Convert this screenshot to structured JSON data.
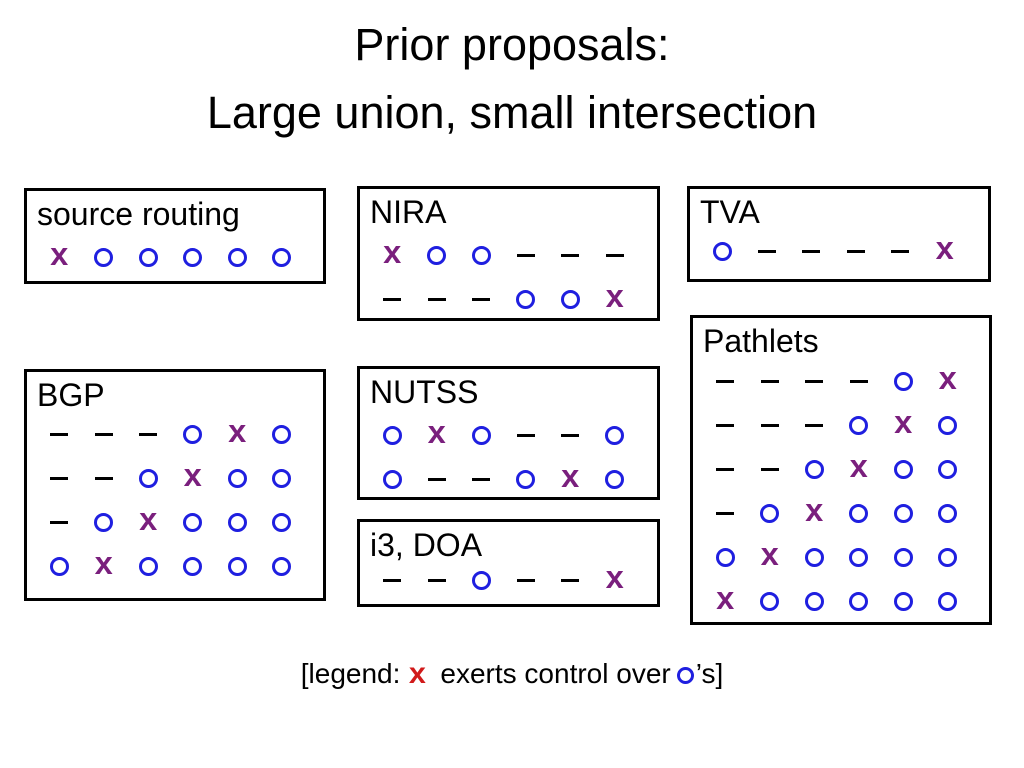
{
  "title": {
    "line1": "Prior proposals:",
    "line2": "Large union, small intersection"
  },
  "symbols": {
    "x": "x",
    "x_color": "#7a1f7d",
    "o_color": "#1f1fe0",
    "dash_color": "#000000"
  },
  "boxes": [
    {
      "id": "source-routing",
      "title": "source routing",
      "rows": [
        [
          "x",
          "o",
          "o",
          "o",
          "o",
          "o"
        ]
      ]
    },
    {
      "id": "nira",
      "title": "NIRA",
      "rows": [
        [
          "x",
          "o",
          "o",
          "-",
          "-",
          "-"
        ],
        [
          "-",
          "-",
          "-",
          "o",
          "o",
          "x"
        ]
      ]
    },
    {
      "id": "tva",
      "title": "TVA",
      "rows": [
        [
          "o",
          "-",
          "-",
          "-",
          "-",
          "x"
        ]
      ]
    },
    {
      "id": "bgp",
      "title": "BGP",
      "rows": [
        [
          "-",
          "-",
          "-",
          "o",
          "x",
          "o"
        ],
        [
          "-",
          "-",
          "o",
          "x",
          "o",
          "o"
        ],
        [
          "-",
          "o",
          "x",
          "o",
          "o",
          "o"
        ],
        [
          "o",
          "x",
          "o",
          "o",
          "o",
          "o"
        ]
      ]
    },
    {
      "id": "nutss",
      "title": "NUTSS",
      "rows": [
        [
          "o",
          "x",
          "o",
          "-",
          "-",
          "o"
        ],
        [
          "o",
          "-",
          "-",
          "o",
          "x",
          "o"
        ]
      ]
    },
    {
      "id": "i3-doa",
      "title": "i3, DOA",
      "rows": [
        [
          "-",
          "-",
          "o",
          "-",
          "-",
          "x"
        ]
      ]
    },
    {
      "id": "pathlets",
      "title": "Pathlets",
      "rows": [
        [
          "-",
          "-",
          "-",
          "-",
          "o",
          "x"
        ],
        [
          "-",
          "-",
          "-",
          "o",
          "x",
          "o"
        ],
        [
          "-",
          "-",
          "o",
          "x",
          "o",
          "o"
        ],
        [
          "-",
          "o",
          "x",
          "o",
          "o",
          "o"
        ],
        [
          "o",
          "x",
          "o",
          "o",
          "o",
          "o"
        ],
        [
          "x",
          "o",
          "o",
          "o",
          "o",
          "o"
        ]
      ]
    }
  ],
  "legend": {
    "prefix": "[legend:",
    "x_symbol": "x",
    "middle": "exerts control over",
    "suffix": "’s]",
    "x_color": "#d11a1a",
    "o_color": "#1f1fe0"
  }
}
